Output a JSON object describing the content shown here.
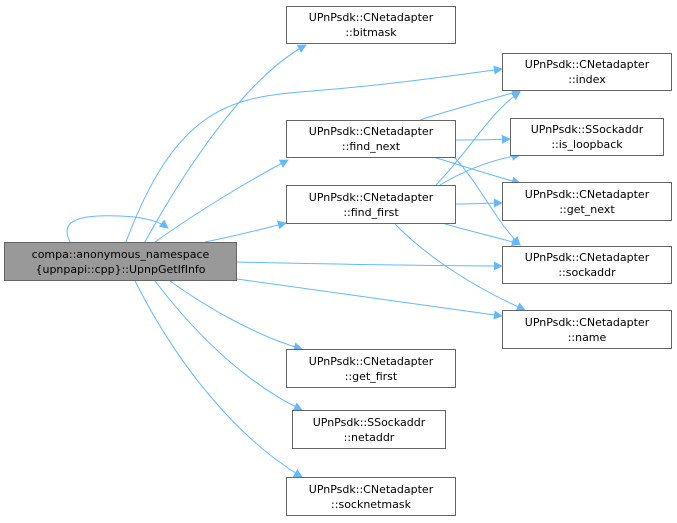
{
  "colors": {
    "edge": "#63B8FF",
    "node_border": "#666666",
    "root_fill": "#999999"
  },
  "nodes": {
    "root": {
      "line1": "compa::anonymous_namespace",
      "line2": "{upnpapi::cpp}::UpnpGetIfInfo"
    },
    "bitmask": {
      "line1": "UPnPsdk::CNetadapter",
      "line2": "::bitmask"
    },
    "index": {
      "line1": "UPnPsdk::CNetadapter",
      "line2": "::index"
    },
    "find_next": {
      "line1": "UPnPsdk::CNetadapter",
      "line2": "::find_next"
    },
    "is_loopback": {
      "line1": "UPnPsdk::SSockaddr",
      "line2": "::is_loopback"
    },
    "find_first": {
      "line1": "UPnPsdk::CNetadapter",
      "line2": "::find_first"
    },
    "get_next": {
      "line1": "UPnPsdk::CNetadapter",
      "line2": "::get_next"
    },
    "sockaddr": {
      "line1": "UPnPsdk::CNetadapter",
      "line2": "::sockaddr"
    },
    "name": {
      "line1": "UPnPsdk::CNetadapter",
      "line2": "::name"
    },
    "get_first": {
      "line1": "UPnPsdk::CNetadapter",
      "line2": "::get_first"
    },
    "netaddr": {
      "line1": "UPnPsdk::SSockaddr",
      "line2": "::netaddr"
    },
    "socknetmask": {
      "line1": "UPnPsdk::CNetadapter",
      "line2": "::socknetmask"
    }
  }
}
